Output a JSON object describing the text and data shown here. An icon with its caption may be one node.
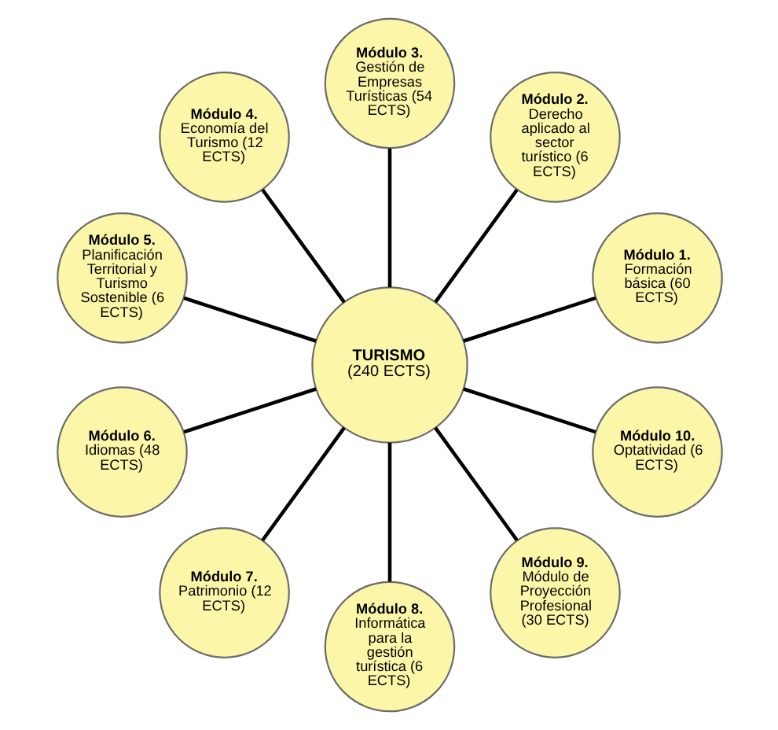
{
  "diagram": {
    "nodes": [
      {
        "text": [
          "TURISMO",
          "(240 ECTS)"
        ]
      },
      {
        "text": [
          "Módulo 1.",
          "Formación básica (60 ECTS)"
        ]
      },
      {
        "text": [
          "Módulo 2.",
          "Derecho aplicado al sector turístico (6 ECTS)"
        ]
      },
      {
        "text": [
          "Módulo 3.",
          "Gestión de Empresas Turísticas (54 ECTS)"
        ]
      },
      {
        "text": [
          "Módulo 4.",
          "Economía del Turismo (12 ECTS)"
        ]
      },
      {
        "text": [
          "Módulo 5.",
          "Planificación Territorial y Turismo Sostenible (6 ECTS)"
        ]
      },
      {
        "text": [
          "Módulo 6.",
          "Idiomas (48 ECTS)"
        ]
      },
      {
        "text": [
          "Módulo 7.",
          "Patrimonio (12 ECTS)"
        ]
      },
      {
        "text": [
          "Módulo 8.",
          "Informática para la gestión turística (6 ECTS)"
        ]
      },
      {
        "text": [
          "Módulo 9.",
          "Módulo de Proyección Profesional (30 ECTS)"
        ]
      },
      {
        "text": [
          "Módulo 10.",
          "Optatividad (6 ECTS)"
        ]
      }
    ],
    "edges": [
      {
        "from": 0,
        "to": 1,
        "arrow": "none"
      },
      {
        "from": 0,
        "to": 2,
        "arrow": "none"
      },
      {
        "from": 0,
        "to": 3,
        "arrow": "none"
      },
      {
        "from": 0,
        "to": 4,
        "arrow": "none"
      },
      {
        "from": 0,
        "to": 5,
        "arrow": "none"
      },
      {
        "from": 0,
        "to": 6,
        "arrow": "none"
      },
      {
        "from": 0,
        "to": 7,
        "arrow": "none"
      },
      {
        "from": 0,
        "to": 8,
        "arrow": "none"
      },
      {
        "from": 0,
        "to": 9,
        "arrow": "none"
      },
      {
        "from": 0,
        "to": 10,
        "arrow": "none"
      }
    ]
  }
}
